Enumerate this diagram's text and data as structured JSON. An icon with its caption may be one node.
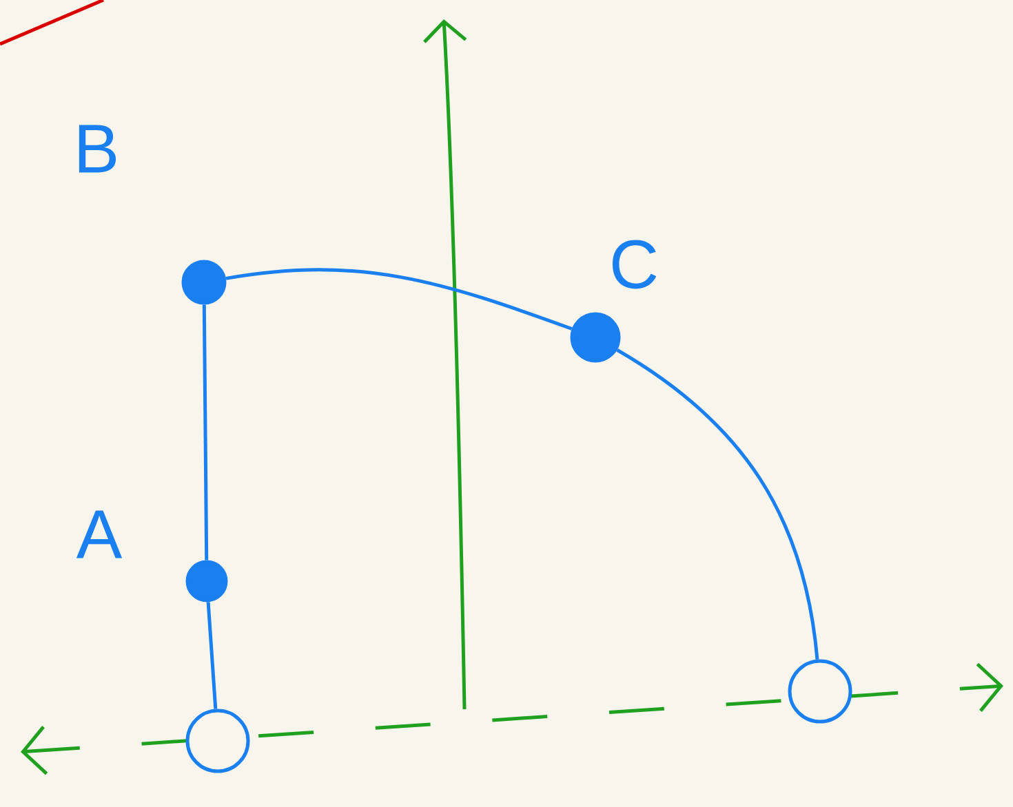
{
  "diagram": {
    "nodes": [
      {
        "text": [],
        "shape": "circle",
        "beside": [
          "B"
        ]
      },
      {
        "text": [],
        "shape": "circle",
        "beside": [
          "C"
        ]
      },
      {
        "text": [],
        "shape": "circle",
        "beside": [
          "A"
        ]
      },
      {
        "text": [],
        "shape": "circle"
      },
      {
        "text": [],
        "shape": "circle"
      }
    ],
    "edges": [
      {
        "from": 3,
        "to": 2,
        "arrow": "none"
      },
      {
        "from": 2,
        "to": 0,
        "arrow": "none"
      },
      {
        "from": 0,
        "to": 1,
        "arrow": "none"
      },
      {
        "from": 1,
        "to": 4,
        "arrow": "none"
      }
    ]
  }
}
